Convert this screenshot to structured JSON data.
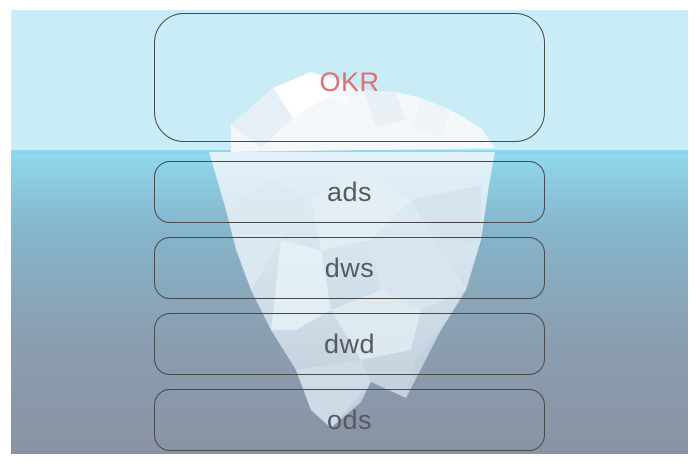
{
  "diagram": {
    "type": "iceberg-layers",
    "colors": {
      "sky": "#c9ecf6",
      "water_top": "#8fd9ee",
      "water_bottom": "#8a93a3",
      "outline": "#4a4a4a",
      "top_label": "#e36d73",
      "layer_label": "#555b61"
    },
    "above_water": {
      "label": "OKR"
    },
    "below_water": [
      {
        "label": "ads"
      },
      {
        "label": "dws"
      },
      {
        "label": "dwd"
      },
      {
        "label": "ods"
      }
    ]
  }
}
